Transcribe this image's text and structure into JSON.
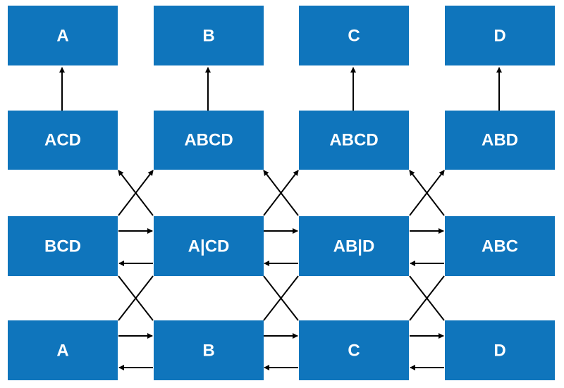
{
  "diagram": {
    "rows": [
      {
        "id": "row1",
        "nodes": [
          "A",
          "B",
          "C",
          "D"
        ]
      },
      {
        "id": "row2",
        "nodes": [
          "ACD",
          "ABCD",
          "ABCD",
          "ABD"
        ]
      },
      {
        "id": "row3",
        "nodes": [
          "BCD",
          "A|CD",
          "AB|D",
          "ABC"
        ]
      },
      {
        "id": "row4",
        "nodes": [
          "A",
          "B",
          "C",
          "D"
        ]
      }
    ],
    "colors": {
      "node": "#0f75bc",
      "text": "#ffffff",
      "edge": "#000000"
    }
  }
}
